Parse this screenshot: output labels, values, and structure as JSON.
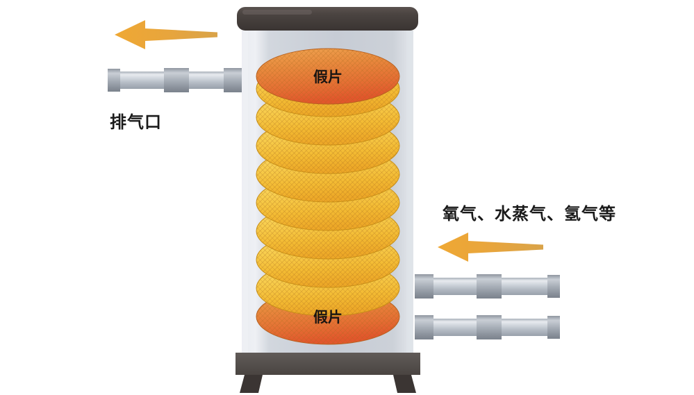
{
  "diagram": {
    "title": "furnace-wafer-stack-diagram",
    "background_color": "#ffffff"
  },
  "labels": {
    "exhaust_port": "排气口",
    "gas_inlet": "氧气、水蒸气、氢气等"
  },
  "chamber": {
    "body_color": "#ccd1d9",
    "wall_color": "#e6e9ee",
    "cap_color": "#4a4340",
    "base_color": "#56504e",
    "leg_color": "#3b3533"
  },
  "wafers": {
    "dummy_label": "假片",
    "dummy_color": "#e8803a",
    "product_color": "#f5c13c",
    "count_total": 10,
    "count_dummy": 2,
    "count_product": 8,
    "items": [
      {
        "index": 0,
        "type": "dummy",
        "label": "假片"
      },
      {
        "index": 1,
        "type": "product",
        "label": ""
      },
      {
        "index": 2,
        "type": "product",
        "label": ""
      },
      {
        "index": 3,
        "type": "product",
        "label": ""
      },
      {
        "index": 4,
        "type": "product",
        "label": ""
      },
      {
        "index": 5,
        "type": "product",
        "label": ""
      },
      {
        "index": 6,
        "type": "product",
        "label": ""
      },
      {
        "index": 7,
        "type": "product",
        "label": ""
      },
      {
        "index": 8,
        "type": "product",
        "label": ""
      },
      {
        "index": 9,
        "type": "dummy",
        "label": "假片"
      }
    ]
  },
  "arrows": {
    "color": "#eda534",
    "exhaust_direction": "left",
    "inlet_direction": "left"
  },
  "pipes": {
    "body_color": "#c3c9d1",
    "flange_color": "#9aa2ac",
    "exhaust_count": 1,
    "inlet_count": 2
  }
}
